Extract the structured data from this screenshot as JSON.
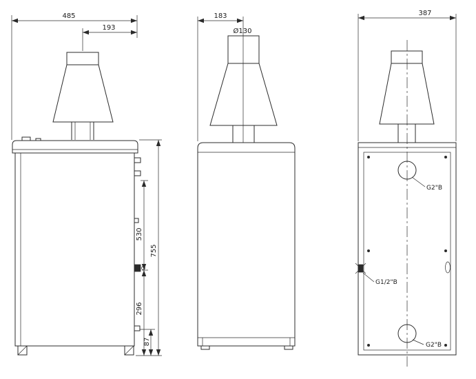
{
  "drawing": {
    "background": "#ffffff",
    "line_color": "#2b2b2b",
    "views": {
      "side": {
        "dim_width": "485",
        "dim_flue_offset": "193",
        "dim_height_upper": "530",
        "dim_height_total": "755",
        "dim_height_lower": "296",
        "dim_height_base": "87"
      },
      "front": {
        "dim_width": "183",
        "dim_flue_diameter": "Ø130"
      },
      "rear": {
        "dim_width": "387",
        "connection_top": "G2\"B",
        "connection_side": "G1/2\"B",
        "connection_bottom": "G2\"B"
      }
    }
  }
}
